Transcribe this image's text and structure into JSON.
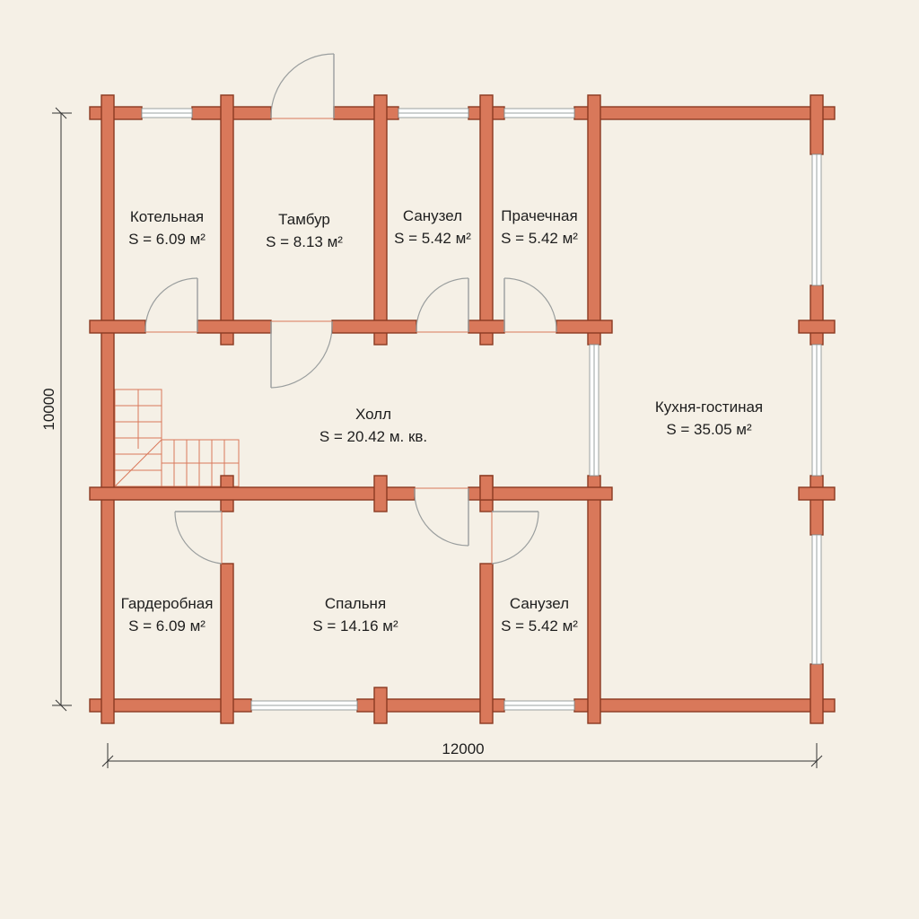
{
  "colors": {
    "background": "#f5f0e6",
    "wall_fill": "#d9785a",
    "wall_stroke": "#8a3a22",
    "window_line": "#9aa0a0",
    "door_line": "#9a9e9e",
    "text": "#1e1e1e"
  },
  "dimensions": {
    "width_label": "12000",
    "height_label": "10000"
  },
  "rooms": {
    "kotelnaya": {
      "name": "Котельная",
      "area": "S = 6.09 м²"
    },
    "tambur": {
      "name": "Тамбур",
      "area": "S = 8.13 м²"
    },
    "sanuzel_top": {
      "name": "Санузел",
      "area": "S = 5.42 м²"
    },
    "prachechnaya": {
      "name": "Прачечная",
      "area": "S = 5.42 м²"
    },
    "holl": {
      "name": "Холл",
      "area": "S = 20.42 м. кв."
    },
    "kukhnya": {
      "name": "Кухня-гостиная",
      "area": "S = 35.05 м²"
    },
    "garderobnaya": {
      "name": "Гардеробная",
      "area": "S = 6.09 м²"
    },
    "spalnya": {
      "name": "Спальня",
      "area": "S = 14.16 м²"
    },
    "sanuzel_bottom": {
      "name": "Санузел",
      "area": "S = 5.42 м²"
    }
  }
}
